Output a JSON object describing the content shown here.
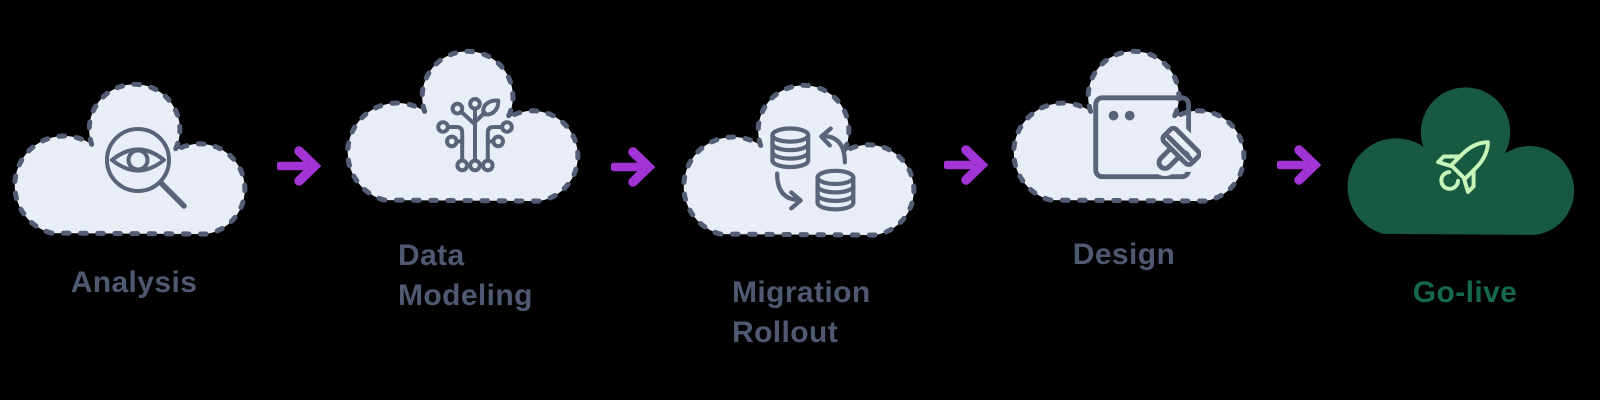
{
  "diagram": {
    "name": "cloud-migration-process-flow",
    "background_color": "#000000",
    "stages": [
      {
        "label": "Analysis",
        "icon": "magnifying-glass-eye-icon",
        "cloud_style": "dashed-outline"
      },
      {
        "label": "Data\nModeling",
        "icon": "data-tree-icon",
        "cloud_style": "dashed-outline"
      },
      {
        "label": "Migration\nRollout",
        "icon": "database-sync-icon",
        "cloud_style": "dashed-outline"
      },
      {
        "label": "Design",
        "icon": "artboard-paintbrush-icon",
        "cloud_style": "dashed-outline"
      },
      {
        "label": "Go-live",
        "icon": "rocket-icon",
        "cloud_style": "solid-green"
      }
    ],
    "connectors": {
      "count": 4,
      "glyph": "right-arrow",
      "color": "#a233d4"
    },
    "colors": {
      "cloud_fill": "#e8edf6",
      "cloud_dashed_border": "#535e76",
      "icon_stroke": "#59637a",
      "label_text": "#4f5971",
      "arrow_purple": "#a233d4",
      "golive_cloud_fill": "#185942",
      "golive_rocket_stroke": "#c7f5b7",
      "golive_label_text": "#17694c"
    }
  }
}
